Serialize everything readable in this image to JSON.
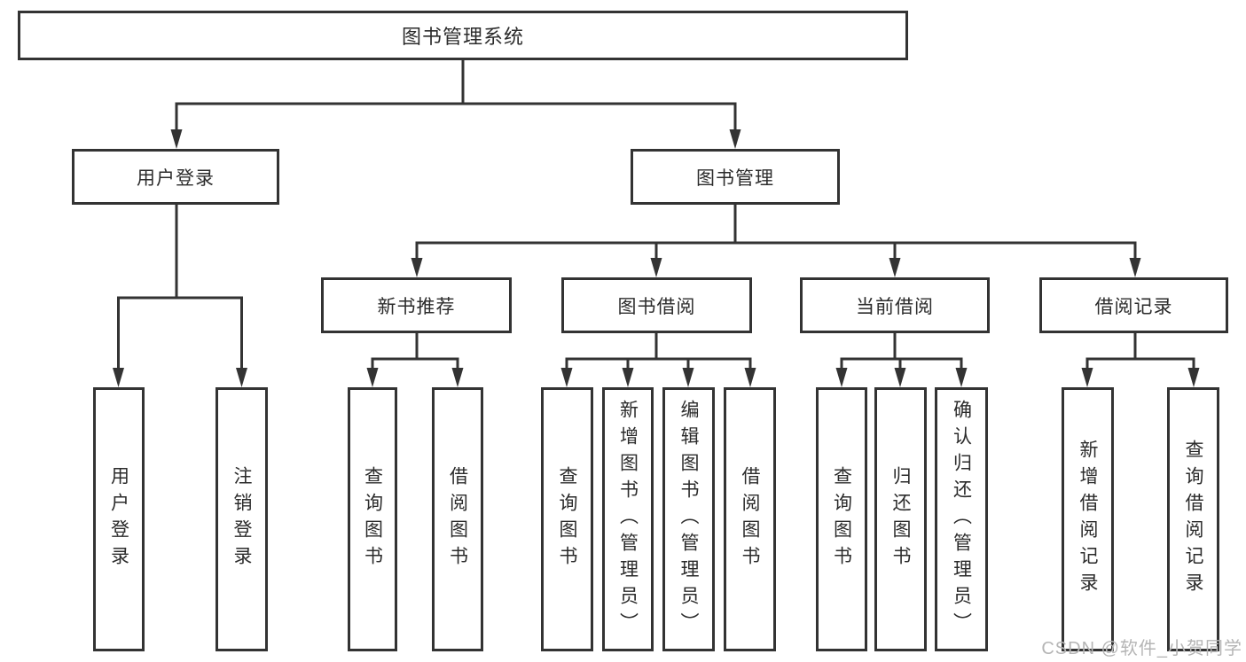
{
  "diagram_type": "hierarchy-flowchart",
  "colors": {
    "line": "#333333",
    "text": "#2b2b2b",
    "watermark": "#b5b5b5",
    "background": "#ffffff"
  },
  "tree": {
    "root": {
      "label": "图书管理系统"
    },
    "children": [
      {
        "label": "用户登录",
        "children": [
          {
            "label": "用户登录"
          },
          {
            "label": "注销登录"
          }
        ]
      },
      {
        "label": "图书管理",
        "children": [
          {
            "label": "新书推荐",
            "children": [
              {
                "label": "查询图书"
              },
              {
                "label": "借阅图书"
              }
            ]
          },
          {
            "label": "图书借阅",
            "children": [
              {
                "label": "查询图书"
              },
              {
                "label": "新增图书（管理员）"
              },
              {
                "label": "编辑图书（管理员）"
              },
              {
                "label": "借阅图书"
              }
            ]
          },
          {
            "label": "当前借阅",
            "children": [
              {
                "label": "查询图书"
              },
              {
                "label": "归还图书"
              },
              {
                "label": "确认归还（管理员）"
              }
            ]
          },
          {
            "label": "借阅记录",
            "children": [
              {
                "label": "新增借阅记录"
              },
              {
                "label": "查询借阅记录"
              }
            ]
          }
        ]
      }
    ]
  },
  "watermark": "CSDN @软件_小贺同学"
}
